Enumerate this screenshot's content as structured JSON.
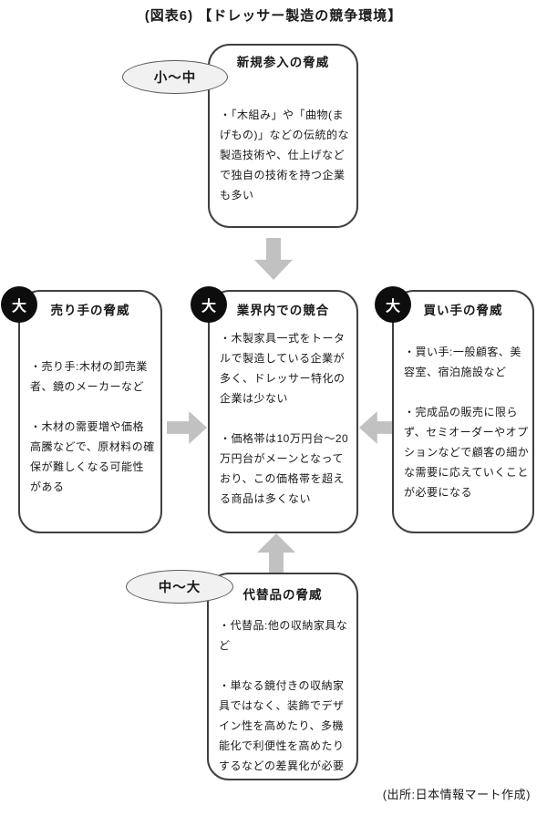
{
  "title": "(図表6) 【ドレッサー製造の競争環境】",
  "source_note": "(出所:日本情報マート作成)",
  "colors": {
    "box_border": "#3f3f3f",
    "arrow": "#c1c1c1",
    "circle_badge_bg": "#0d0d0d",
    "circle_badge_text": "#ffffff",
    "oval_badge_bg": "#f1f1f1"
  },
  "nodes": {
    "new_entrants": {
      "header": "新規参入の脅威",
      "threat_level": "小〜中",
      "bullets": [
        "・「木組み」や「曲物(まげもの)」などの伝統的な製造技術や、仕上げなどで独自の技術を持つ企業も多い"
      ]
    },
    "suppliers": {
      "header": "売り手の脅威",
      "threat_level": "大",
      "bullets": [
        "・売り手:木材の卸売業者、鏡のメーカーなど",
        "・木材の需要増や価格高騰などで、原材料の確保が難しくなる可能性がある"
      ]
    },
    "rivalry": {
      "header": "業界内での競合",
      "threat_level": "大",
      "bullets": [
        "・木製家具一式をトータルで製造している企業が多く、ドレッサー特化の企業は少ない",
        "・価格帯は10万円台〜20万円台がメーンとなっており、この価格帯を超える商品は多くない"
      ]
    },
    "buyers": {
      "header": "買い手の脅威",
      "threat_level": "大",
      "bullets": [
        "・買い手:一般顧客、美容室、宿泊施設など",
        "・完成品の販売に限らず、セミオーダーやオプションなどで顧客の細かな需要に応えていくことが必要になる"
      ]
    },
    "substitutes": {
      "header": "代替品の脅威",
      "threat_level": "中〜大",
      "bullets": [
        "・代替品:他の収納家具など",
        "・単なる鏡付きの収納家具ではなく、装飾でデザイン性を高めたり、多機能化で利便性を高めたりするなどの差異化が必要"
      ]
    }
  }
}
